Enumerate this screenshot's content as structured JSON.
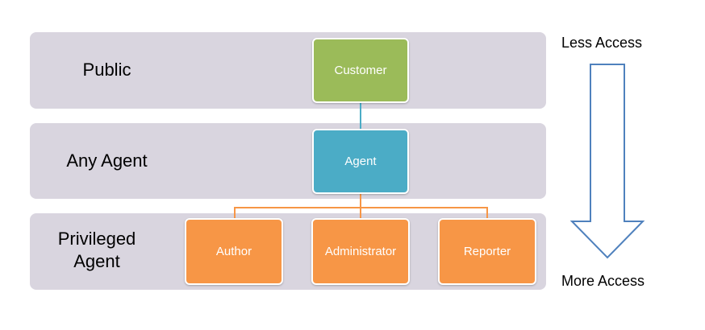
{
  "tiers": [
    {
      "label": "Public"
    },
    {
      "label": "Any Agent"
    },
    {
      "label_lines": [
        "Privileged",
        "Agent"
      ]
    }
  ],
  "roles": {
    "customer": "Customer",
    "agent": "Agent",
    "author": "Author",
    "administrator": "Administrator",
    "reporter": "Reporter"
  },
  "access_scale": {
    "top_label": "Less Access",
    "bottom_label": "More Access"
  },
  "colors": {
    "band": "#d9d5df",
    "customer": "#9bbb59",
    "agent": "#4bacc6",
    "privileged": "#f79646",
    "connector_blue": "#4bacc6",
    "connector_orange": "#f79646",
    "arrow_outline": "#4f81bd"
  },
  "icons": {
    "arrow": "down-arrow-icon"
  }
}
